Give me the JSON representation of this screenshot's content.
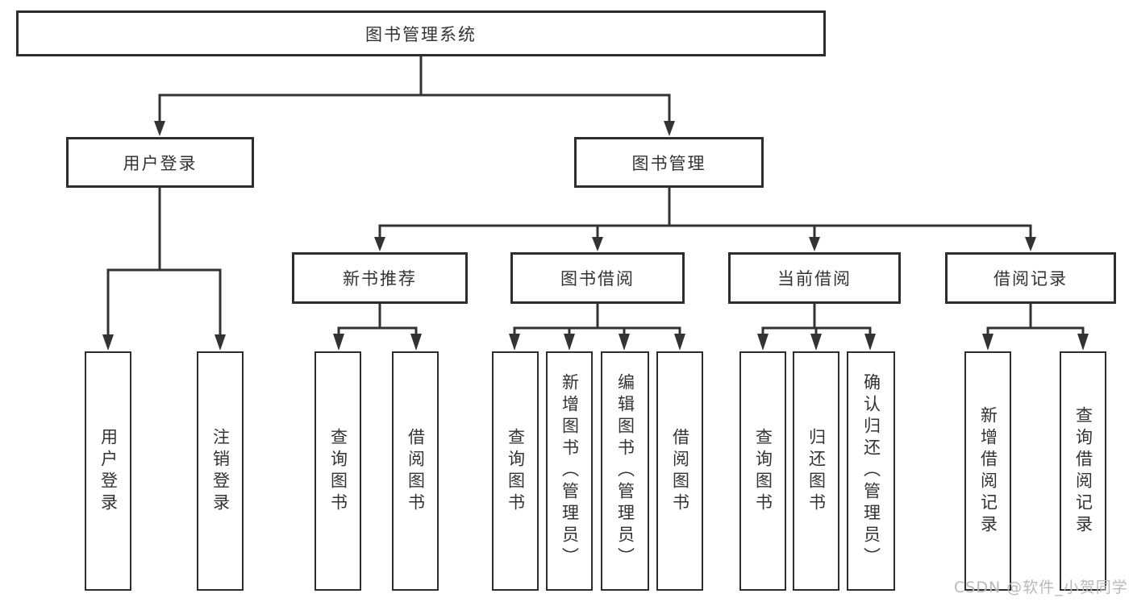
{
  "diagram": {
    "root_label": "图书管理系统",
    "branches": [
      {
        "label": "用户登录",
        "leaves": [
          "用户登录",
          "注销登录"
        ]
      },
      {
        "label": "图书管理",
        "children": [
          {
            "label": "新书推荐",
            "leaves": [
              "查询图书",
              "借阅图书"
            ]
          },
          {
            "label": "图书借阅",
            "leaves": [
              "查询图书",
              "新增图书（管理员）",
              "编辑图书（管理员）",
              "借阅图书"
            ]
          },
          {
            "label": "当前借阅",
            "leaves": [
              "查询图书",
              "归还图书",
              "确认归还（管理员）"
            ]
          },
          {
            "label": "借阅记录",
            "leaves": [
              "新增借阅记录",
              "查询借阅记录"
            ]
          }
        ]
      }
    ],
    "watermark": "CSDN @软件_小贺同学",
    "colors": {
      "line": "#333333",
      "box_border": "#2d2d2d",
      "text": "#333333",
      "watermark": "#b9b9b9",
      "background": "#ffffff"
    }
  }
}
